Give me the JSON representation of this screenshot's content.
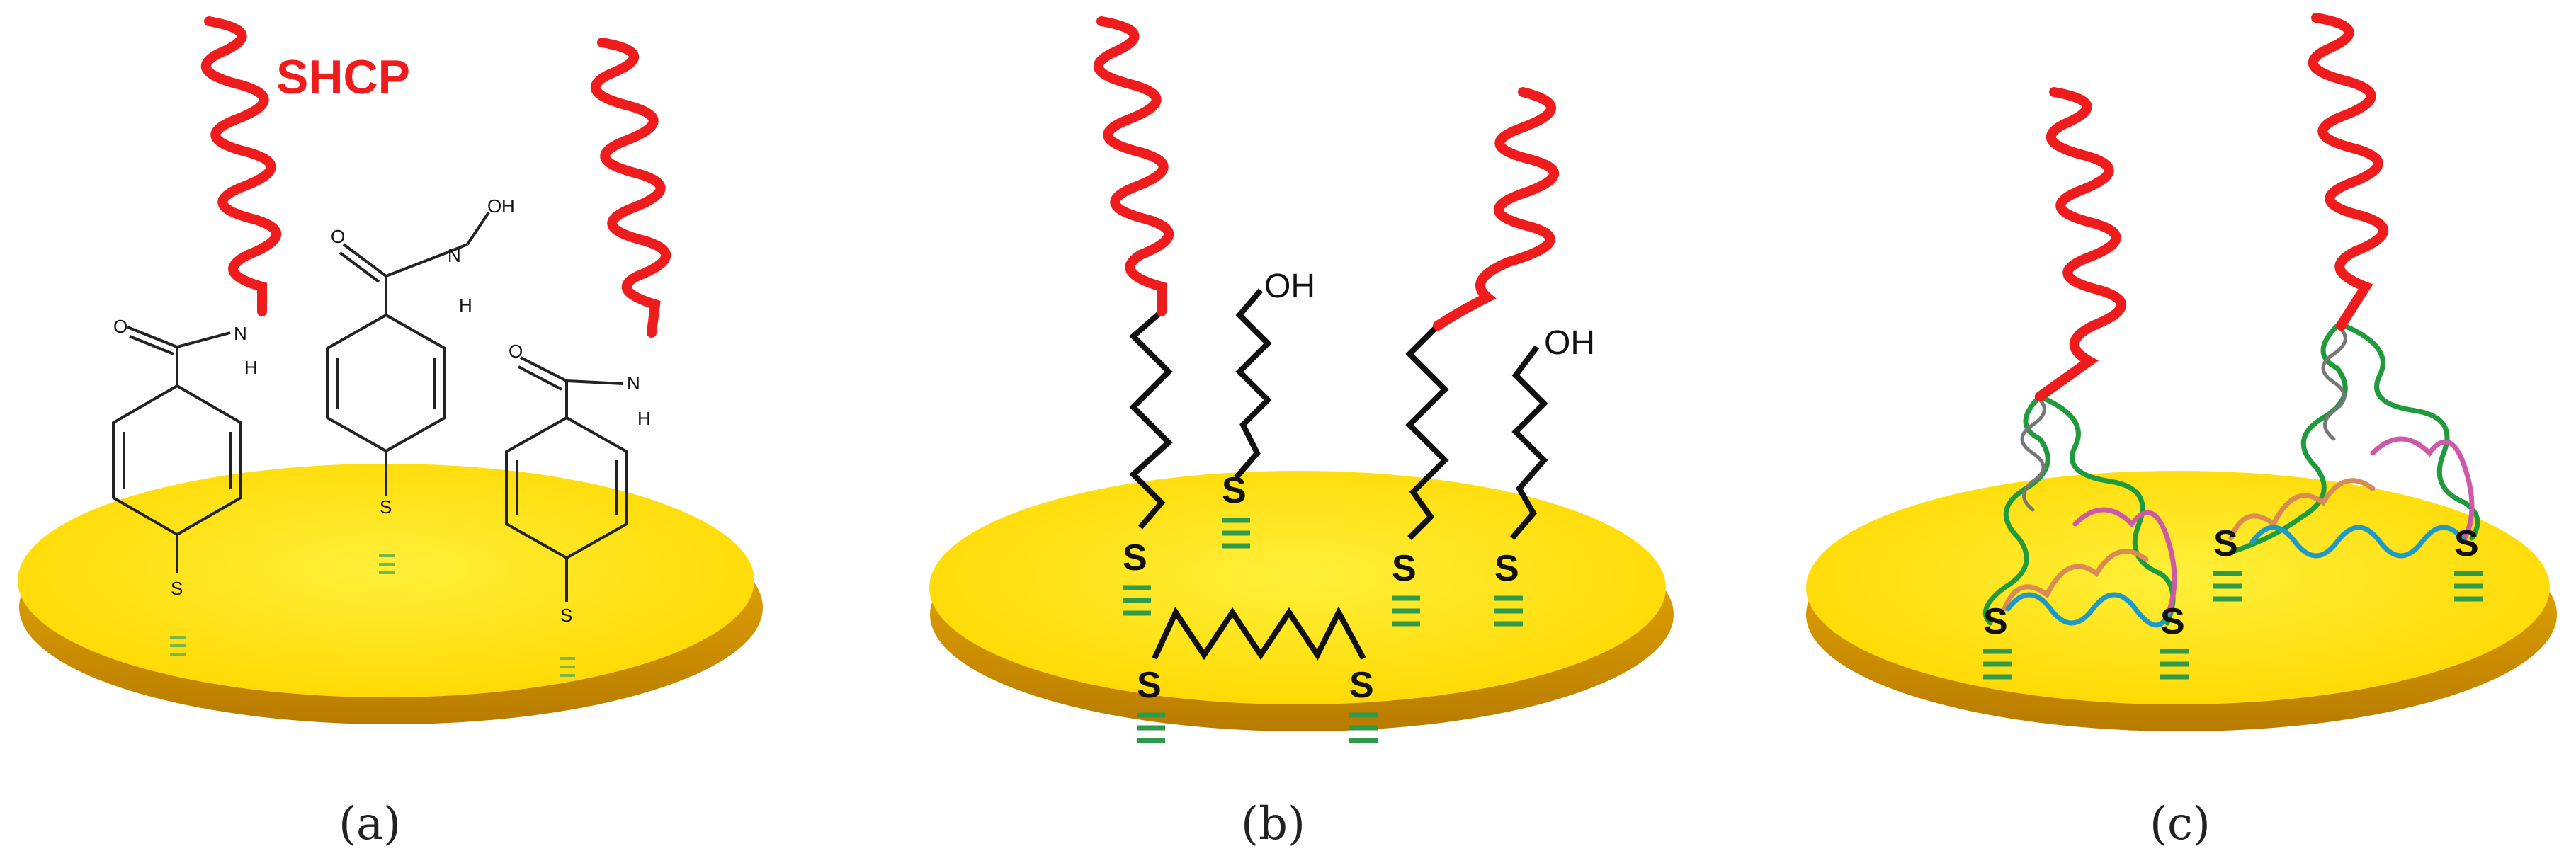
{
  "panels": [
    {
      "label": "(a)"
    },
    {
      "label": "(b)"
    },
    {
      "label": "(c)"
    }
  ],
  "annotations": {
    "shcp": "SHCP",
    "sulfur": "S",
    "hydroxyl": "OH",
    "oxygen": "O",
    "nitrogen": "N",
    "hydrogen": "H"
  },
  "colors": {
    "gold": "#ffe400",
    "gold_edge": "#d9a300",
    "probe": "#ee1c1c",
    "alkyl": "#111111",
    "bond_to_gold": "#7ab648",
    "branch_green": "#1f9a3c",
    "branch_orange": "#d98b55",
    "branch_pink": "#cc5aa6",
    "branch_blue": "#1e9ac8",
    "branch_gray": "#777777"
  }
}
